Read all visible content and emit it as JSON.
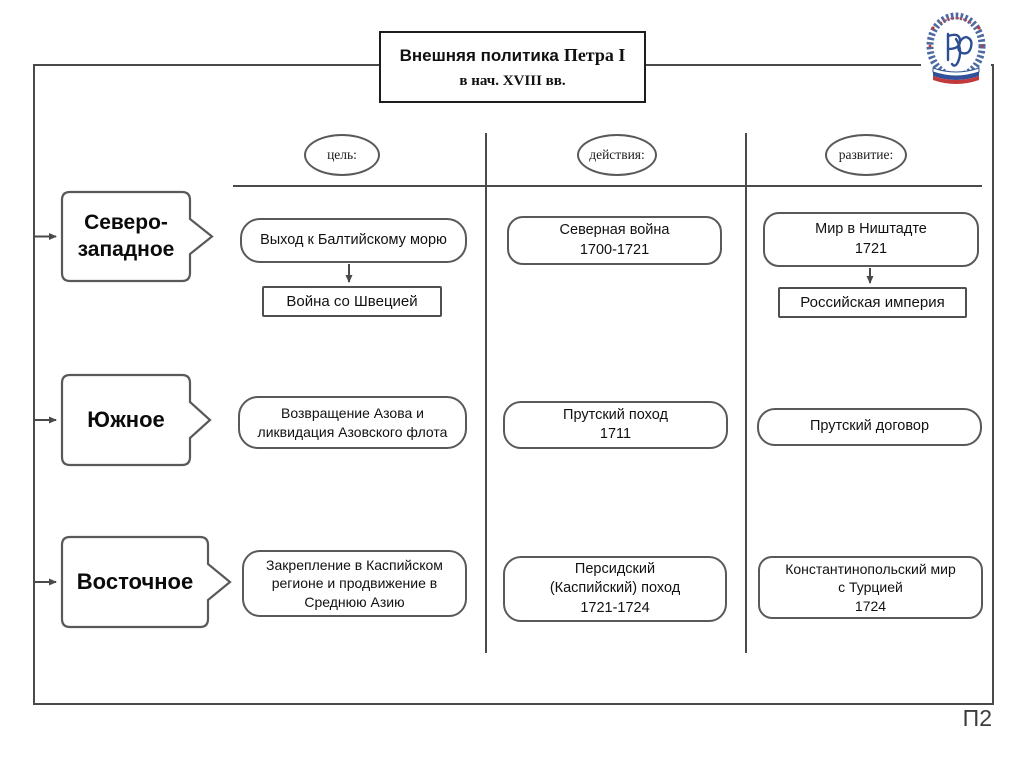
{
  "title": {
    "line1_sans": "Внешняя политика",
    "line1_serif": "Петра I",
    "line2": "в нач. XVIII вв."
  },
  "columns": {
    "goal": "цель:",
    "actions": "действия:",
    "development": "развитие:"
  },
  "rows": [
    {
      "direction": "Северо-\nзападное",
      "goal": "Выход к Балтийскому морю",
      "goal_sub": "Война со Швецией",
      "action": "Северная война\n1700-1721",
      "development": "Мир в Ништадте\n1721",
      "development_sub": "Российская империя"
    },
    {
      "direction": "Южное",
      "goal": "Возвращение Азова и\nликвидация  Азовского флота",
      "action": "Прутский поход\n1711",
      "development": "Прутский договор"
    },
    {
      "direction": "Восточное",
      "goal": "Закрепление в Каспийском\nрегионе и продвижение в\nСреднюю Азию",
      "action": "Персидский\n(Каспийский) поход\n1721-1724",
      "development": "Константинопольский мир\nс Турцией\n1724"
    }
  ],
  "footer": {
    "page_label": "П2"
  },
  "colors": {
    "frame_line": "#4a4a4a",
    "box_border": "#595959",
    "text": "#111111",
    "logo_blue": "#2d4f92",
    "logo_red": "#c3393b"
  },
  "icons": {
    "logo": "university-emblem"
  }
}
